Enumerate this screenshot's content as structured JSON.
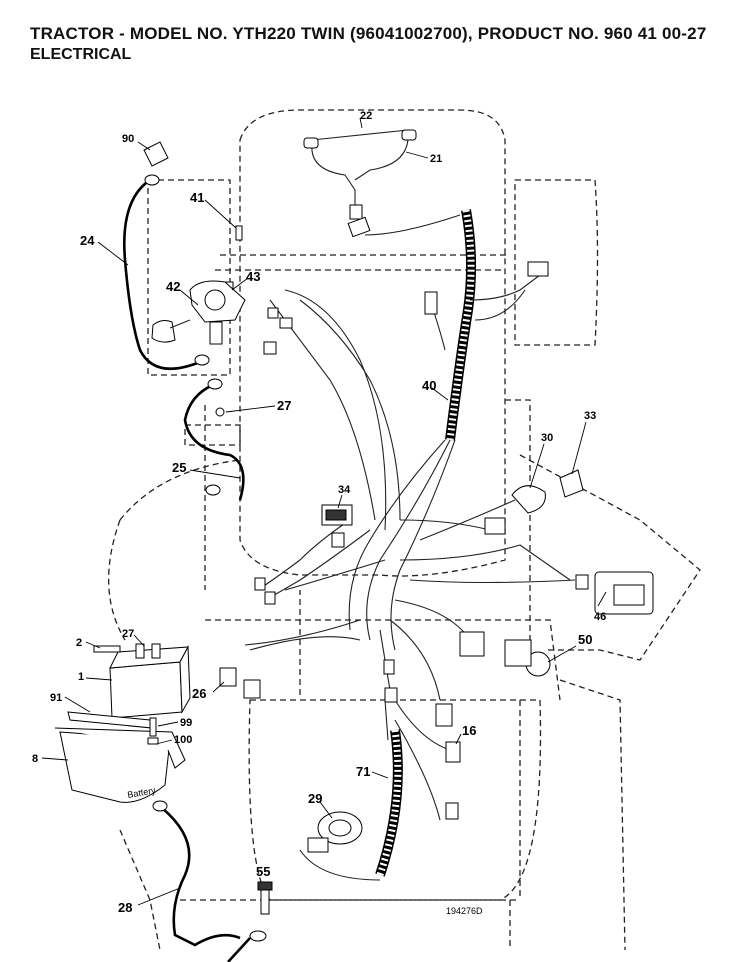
{
  "header": {
    "title": "TRACTOR - MODEL NO. YTH220 TWIN (96041002700), PRODUCT NO. 960 41 00-27",
    "subtitle": "ELECTRICAL"
  },
  "callouts": {
    "c90": "90",
    "c24": "24",
    "c41": "41",
    "c42": "42",
    "c43": "43",
    "c22": "22",
    "c21": "21",
    "c27a": "27",
    "c40": "40",
    "c25": "25",
    "c34": "34",
    "c30": "30",
    "c33": "33",
    "c46": "46",
    "c50": "50",
    "c2": "2",
    "c27b": "27",
    "c1": "1",
    "c26": "26",
    "c91": "91",
    "c99": "99",
    "c100": "100",
    "c8": "8",
    "c16": "16",
    "c71": "71",
    "c29": "29",
    "c28": "28",
    "c55": "55"
  },
  "battery_text": "Battery",
  "drawing_number": "194276D"
}
